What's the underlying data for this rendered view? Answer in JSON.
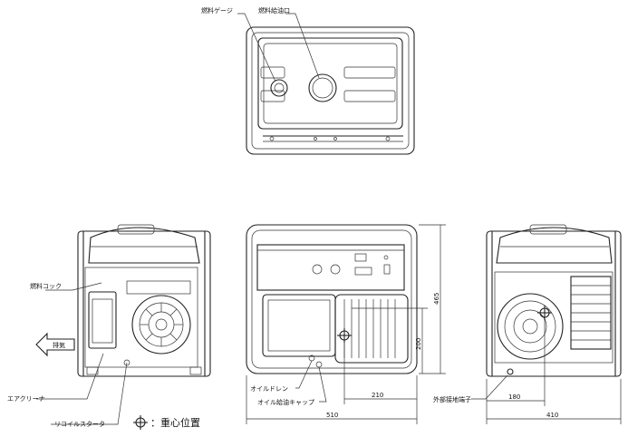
{
  "labels": {
    "fuel_gauge": "燃料ゲージ",
    "fuel_filler": "燃料給油口",
    "fuel_cock": "燃料コック",
    "exhaust": "排気",
    "air_cleaner": "エアクリーナ",
    "recoil_starter": "リコイルスタータ",
    "oil_drain": "オイルドレン",
    "oil_filler_cap": "オイル給油キャップ",
    "ground_terminal": "外部接地端子"
  },
  "legend": {
    "text": "：重心位置"
  },
  "dimensions": {
    "front_height": "465",
    "front_cg_height": "200",
    "front_cg_width": "210",
    "front_width": "510",
    "side_cg_width": "180",
    "side_width": "410"
  }
}
